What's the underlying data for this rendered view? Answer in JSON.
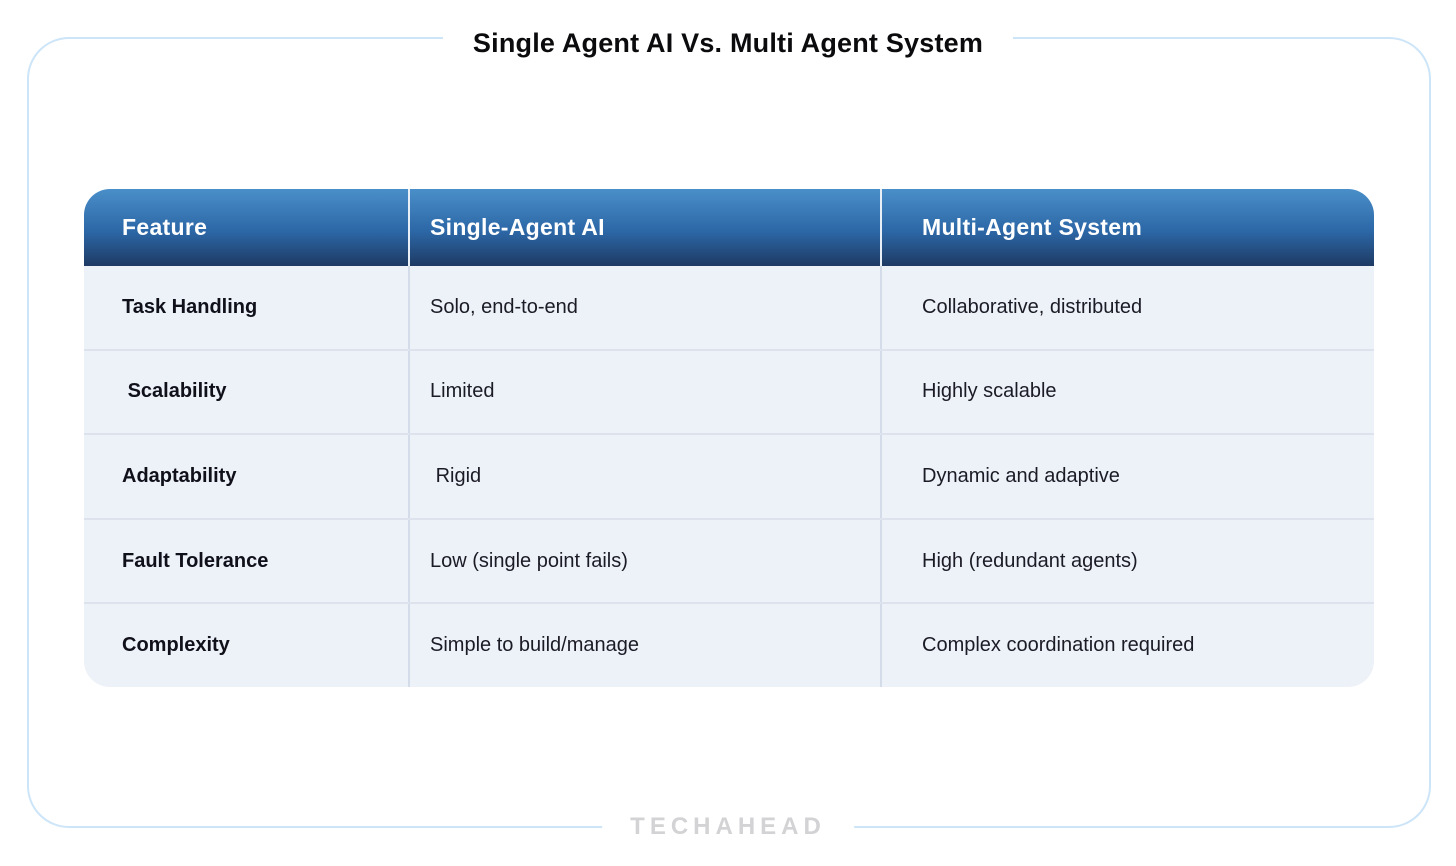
{
  "page": {
    "title": "Single Agent AI Vs. Multi Agent System",
    "brand": "TECHAHEAD"
  },
  "chart_data": {
    "type": "table",
    "title": "Single Agent AI Vs. Multi Agent System",
    "columns": [
      "Feature",
      "Single-Agent AI",
      "Multi-Agent System"
    ],
    "rows": [
      {
        "feature": "Task Handling",
        "single_agent": "Solo, end-to-end",
        "multi_agent": "Collaborative, distributed"
      },
      {
        "feature": " Scalability",
        "single_agent": "Limited",
        "multi_agent": "Highly scalable"
      },
      {
        "feature": "Adaptability",
        "single_agent": " Rigid",
        "multi_agent": "Dynamic and adaptive"
      },
      {
        "feature": "Fault Tolerance",
        "single_agent": "Low (single point fails)",
        "multi_agent": "High (redundant agents)"
      },
      {
        "feature": "Complexity",
        "single_agent": "Simple to build/manage",
        "multi_agent": "Complex coordination required"
      }
    ]
  },
  "colors": {
    "frame_border": "#cde5f8",
    "header_gradient_top": "#4a8fc9",
    "header_gradient_bottom": "#1e3a64",
    "header_text": "#ffffff",
    "row_background": "#edf1f8",
    "row_divider": "#dde2ec",
    "column_divider": "#d5dce9",
    "body_text": "#1b1b26",
    "feature_text": "#10101a",
    "title_text": "#0b0b0d",
    "brand_text": "#d3d3d5"
  }
}
